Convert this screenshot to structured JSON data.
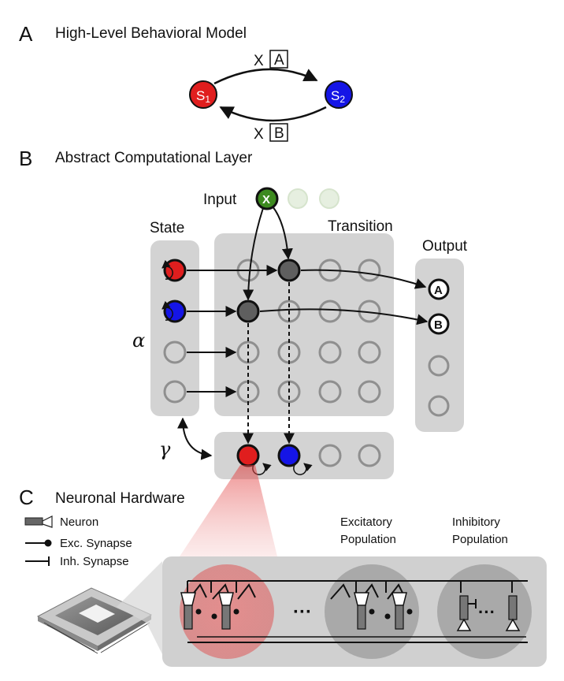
{
  "panels": {
    "a": {
      "letter": "A",
      "title": "High-Level Behavioral Model"
    },
    "b": {
      "letter": "B",
      "title": "Abstract Computational Layer"
    },
    "c": {
      "letter": "C",
      "title": "Neuronal Hardware"
    }
  },
  "behavioral_model": {
    "state1": {
      "label": "S",
      "sub": "1"
    },
    "state2": {
      "label": "S",
      "sub": "2"
    },
    "top_edge": {
      "prefix": "X",
      "boxed": "A"
    },
    "bottom_edge": {
      "prefix": "X",
      "boxed": "B"
    }
  },
  "computational_layer": {
    "input_label": "Input",
    "input_node": "X",
    "state_label": "State",
    "transition_label": "Transition",
    "output_label": "Output",
    "output_a": "A",
    "output_b": "B",
    "alpha": "α",
    "gamma": "γ"
  },
  "hardware": {
    "legend_neuron": "Neuron",
    "legend_exc": "Exc. Synapse",
    "legend_inh": "Inh. Synapse",
    "excitatory_line1": "Excitatory",
    "excitatory_line2": "Population",
    "inhibitory_line1": "Inhibitory",
    "inhibitory_line2": "Population",
    "ellipsis": "···"
  },
  "colors": {
    "red": "#e01e1e",
    "blue": "#1515e6",
    "input_green": "#3d8a1f",
    "dark_node": "#5f5f5f",
    "panel_gray": "#d3d3d3",
    "empty_ring": "#8f8f8f"
  }
}
